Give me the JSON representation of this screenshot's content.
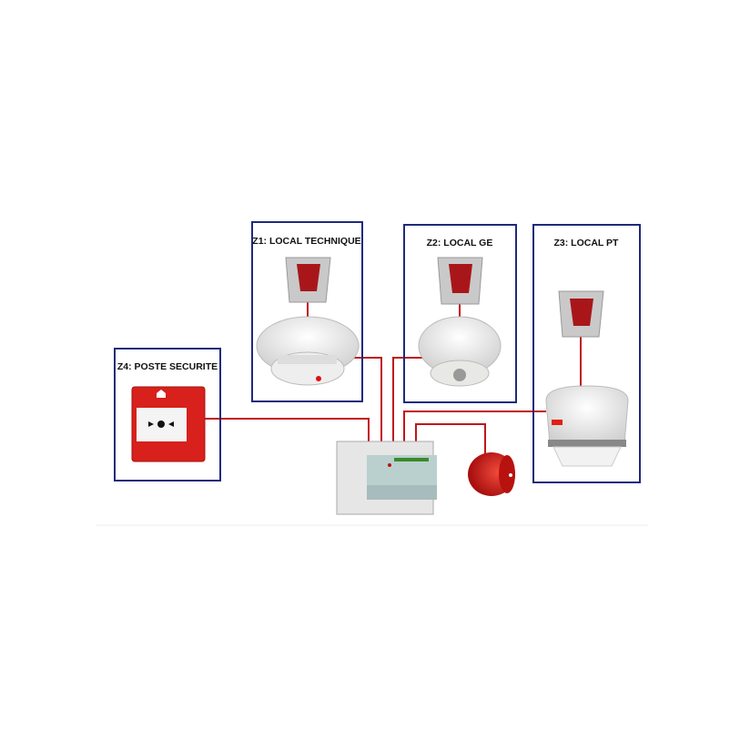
{
  "zones": [
    {
      "id": "z1",
      "label": "Z1: LOCAL TECHNIQUE"
    },
    {
      "id": "z2",
      "label": "Z2: LOCAL GE"
    },
    {
      "id": "z3",
      "label": "Z3: LOCAL PT"
    },
    {
      "id": "z4",
      "label": "Z4: POSTE  SECURITE"
    }
  ],
  "colors": {
    "frame": "#1f2a7a",
    "wire": "#c0161b",
    "device_red": "#d8201c"
  }
}
